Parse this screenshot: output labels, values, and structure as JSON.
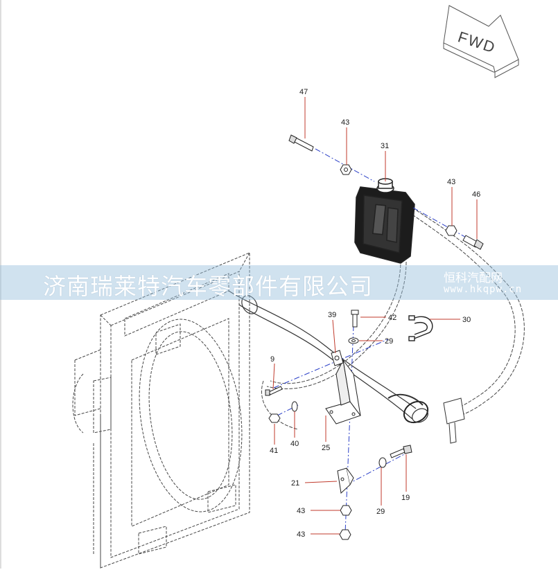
{
  "direction_marker": {
    "text": "FWD"
  },
  "callouts": [
    {
      "id": "c47",
      "label": "47"
    },
    {
      "id": "c43a",
      "label": "43"
    },
    {
      "id": "c31",
      "label": "31"
    },
    {
      "id": "c43b",
      "label": "43"
    },
    {
      "id": "c46",
      "label": "46"
    },
    {
      "id": "c39",
      "label": "39"
    },
    {
      "id": "c42",
      "label": "42"
    },
    {
      "id": "c30",
      "label": "30"
    },
    {
      "id": "c29a",
      "label": "29"
    },
    {
      "id": "c9",
      "label": "9"
    },
    {
      "id": "c41",
      "label": "41"
    },
    {
      "id": "c40",
      "label": "40"
    },
    {
      "id": "c25",
      "label": "25"
    },
    {
      "id": "c21",
      "label": "21"
    },
    {
      "id": "c29b",
      "label": "29"
    },
    {
      "id": "c19",
      "label": "19"
    },
    {
      "id": "c43c",
      "label": "43"
    },
    {
      "id": "c43d",
      "label": "43"
    }
  ],
  "watermark": {
    "company": "济南瑞莱特汽车零部件有限公司",
    "site": "恒科汽配网",
    "url": "www.hkqpw.cn"
  },
  "colors": {
    "leader_line": "#c0392b",
    "axis_line": "#2a3fc7",
    "watermark_band": "#96bedc",
    "drawing": "#333333"
  }
}
